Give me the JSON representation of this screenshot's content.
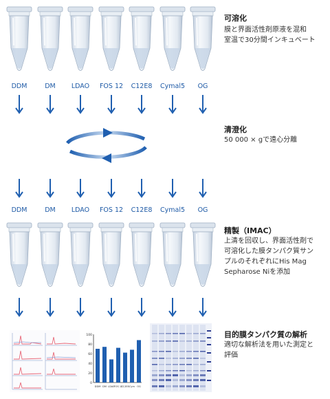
{
  "detergents_row1": [
    "DDM",
    "DM",
    "LDAO",
    "FOS 12",
    "C12E8",
    "Cymal5",
    "OG"
  ],
  "detergents_row2": [
    "DDM",
    "DM",
    "LDAO",
    "FOS 12",
    "C12E8",
    "Cymal5",
    "OG"
  ],
  "steps": [
    {
      "title": "可溶化",
      "desc": [
        "膜と界面活性剤原液を混和",
        "室温で30分間インキュベート"
      ]
    },
    {
      "title": "清澄化",
      "desc": [
        "50 000 × gで遠心分離"
      ]
    },
    {
      "title": "精製（IMAC）",
      "desc": [
        "上清を回収し、界面活性剤で",
        "可溶化した膜タンパク質サン",
        "プルのそれぞれにHis Mag",
        "Sepharose Niを添加"
      ]
    },
    {
      "title": "目的膜タンパク質の解析",
      "desc": [
        "適切な解析法を用いた測定と",
        "評価"
      ]
    }
  ],
  "bar_chart": {
    "categories": [
      "DDM",
      "DM",
      "LDAO",
      "FOS 12",
      "C12E8",
      "Cym",
      "OG"
    ],
    "values": [
      70,
      74,
      48,
      72,
      62,
      68,
      88
    ],
    "ylim": [
      0,
      100
    ],
    "yticks": [
      "100",
      "80",
      "60",
      "40",
      "20",
      "0"
    ]
  },
  "colors": {
    "accent": "#1e5aa6",
    "arrow": "#1f5fb0",
    "tube": "#dfe8f2"
  }
}
